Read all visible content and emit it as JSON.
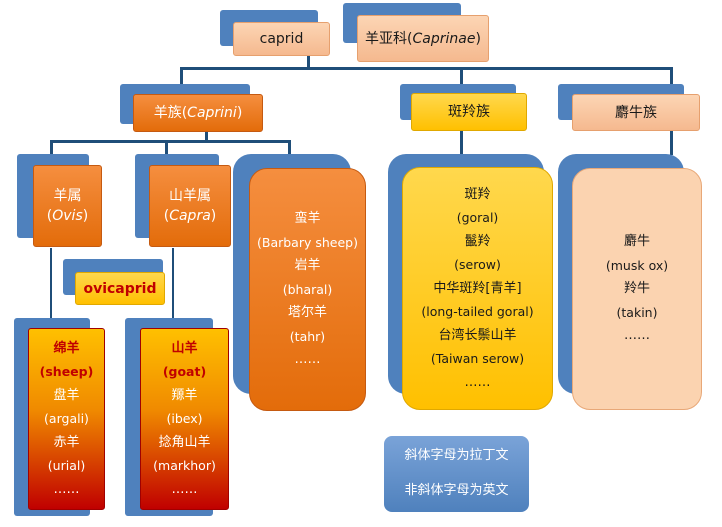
{
  "caprid": "caprid",
  "caprinae": {
    "zh": "羊亚科",
    "latin": "Caprinae"
  },
  "tribes": {
    "caprini": {
      "zh": "羊族",
      "latin": "Caprini"
    },
    "naemorhedini": {
      "zh": "斑羚族"
    },
    "ovibovini": {
      "zh": "麝牛族"
    }
  },
  "genera": {
    "ovis": {
      "zh": "羊属",
      "latin": "Ovis"
    },
    "capra": {
      "zh": "山羊属",
      "latin": "Capra"
    }
  },
  "ovicaprid": "ovicaprid",
  "sheep_column": {
    "items": [
      "绵羊",
      "(sheep)",
      "盘羊",
      "(argali)",
      "赤羊",
      "(urial)",
      "……"
    ]
  },
  "goat_column": {
    "items": [
      "山羊",
      "(goat)",
      "羱羊",
      "(ibex)",
      "捻角山羊",
      "(markhor)",
      "……"
    ]
  },
  "other_caprini_column": {
    "items": [
      "蛮羊",
      "(Barbary sheep)",
      "岩羊",
      "(bharal)",
      "塔尔羊",
      "(tahr)",
      "……"
    ]
  },
  "naemorhedini_column": {
    "items": [
      "斑羚",
      "(goral)",
      "鬣羚",
      "(serow)",
      "中华斑羚[青羊]",
      "(long-tailed goral)",
      "台湾长鬃山羊",
      "(Taiwan serow)",
      "……"
    ]
  },
  "ovibovini_column": {
    "items": [
      "麝牛",
      "(musk ox)",
      "羚牛",
      "(takin)",
      "……"
    ]
  },
  "legend": {
    "line1": "斜体字母为拉丁文",
    "line2": "非斜体字母为英文"
  },
  "colors": {
    "connector": "#1f4e79",
    "shadow": "#4f81bd",
    "orange": "#e36c0a",
    "peach": "#fcd5b4",
    "yellow": "#ffc000",
    "highlight": "#c00000"
  }
}
